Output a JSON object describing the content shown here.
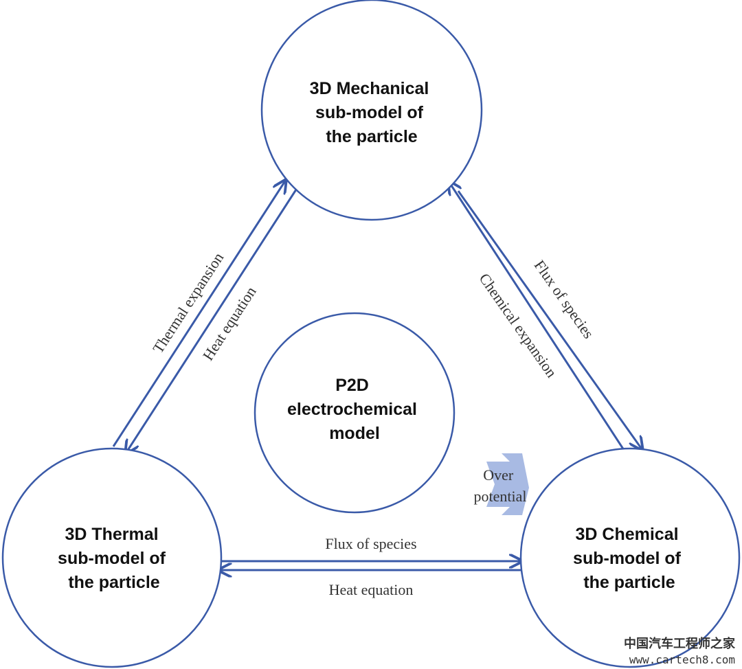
{
  "nodes": {
    "mechanical": [
      "3D Mechanical",
      "sub-model of",
      "the particle"
    ],
    "thermal": [
      "3D Thermal",
      "sub-model of",
      "the particle"
    ],
    "chemical": [
      "3D Chemical",
      "sub-model of",
      "the particle"
    ],
    "p2d": [
      "P2D",
      "electrochemical",
      "model"
    ]
  },
  "edges": {
    "thermal_to_mechanical": "Thermal expansion",
    "mechanical_to_thermal": "Heat equation",
    "mechanical_to_chemical": "Chemical expansion",
    "chemical_to_mechanical": "Flux of species",
    "thermal_to_chemical": "Flux of species",
    "chemical_to_thermal": "Heat equation",
    "overpotential": [
      "Over",
      "potential"
    ]
  },
  "colors": {
    "stroke": "#3a5aa8",
    "overpotential_arrow": "#9fb3e0"
  },
  "watermark": {
    "cn": "中国汽车工程师之家",
    "url": "www.cartech8.com"
  }
}
